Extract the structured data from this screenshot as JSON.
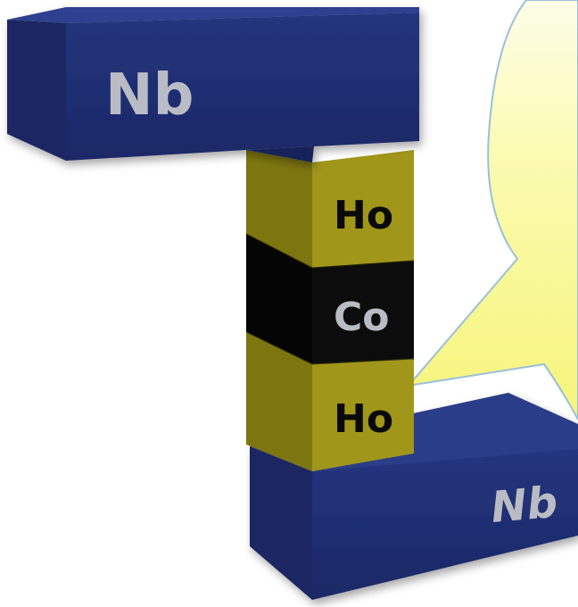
{
  "labels": {
    "top_block": "Nb",
    "upper_layer": "Ho",
    "middle_layer": "Co",
    "lower_layer": "Ho",
    "bottom_block": "Nb"
  },
  "colors": {
    "niobium": "#1f2f73",
    "holmium": "#9b9214",
    "cobalt": "#0a0a0a",
    "callout_fill": "#fbfa9c",
    "callout_stroke": "#9ac0dc",
    "label_light": "#b9bcc4",
    "label_dark": "#0a0a0a"
  }
}
